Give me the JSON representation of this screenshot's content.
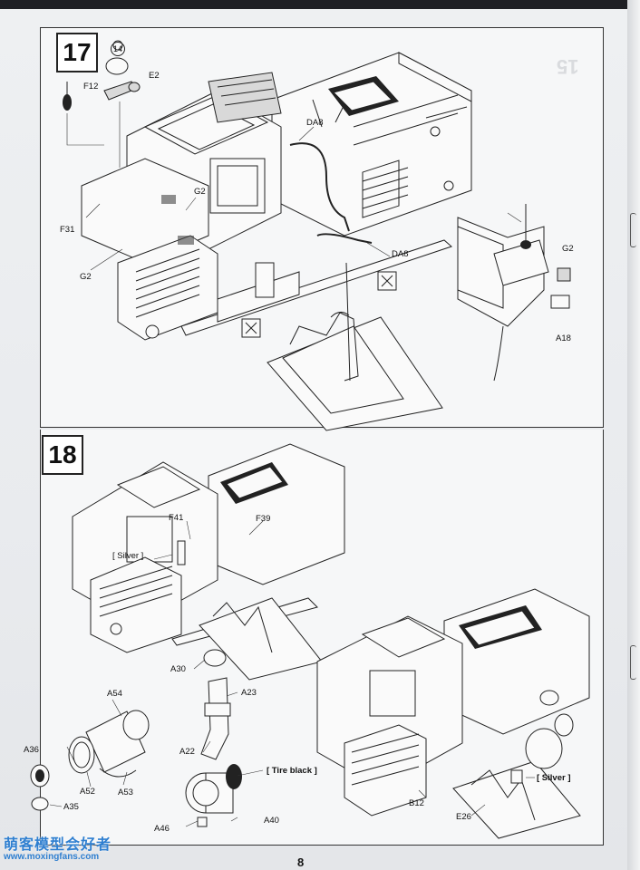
{
  "page": {
    "number": "8",
    "ghost_mark": "15",
    "watermark_cn": "萌客模型会好者",
    "watermark_url": "www.moxingfans.com"
  },
  "step17": {
    "number": "17",
    "sub_ref": "14",
    "labels": {
      "f12": "F12",
      "e2": "E2",
      "da8_top": "DA8",
      "g2_mid": "G2",
      "f31": "F31",
      "g2_left": "G2",
      "da8_low": "DA8",
      "g2_right": "G2",
      "a18": "A18"
    }
  },
  "step18": {
    "number": "18",
    "labels": {
      "f41": "F41",
      "f39": "F39",
      "silver_top": "[ Silver ]",
      "a30": "A30",
      "a23": "A23",
      "a54": "A54",
      "a36": "A36",
      "a22": "A22",
      "a52": "A52",
      "a53": "A53",
      "tire_black": "[ Tire black ]",
      "a35": "A35",
      "a46": "A46",
      "a40": "A40",
      "silver_bottom": "[ Silver ]",
      "b12": "B12",
      "e26": "E26"
    }
  },
  "colors": {
    "ink": "#222222",
    "paper": "#f6f7f8",
    "watermark": "#2f7fd0"
  }
}
